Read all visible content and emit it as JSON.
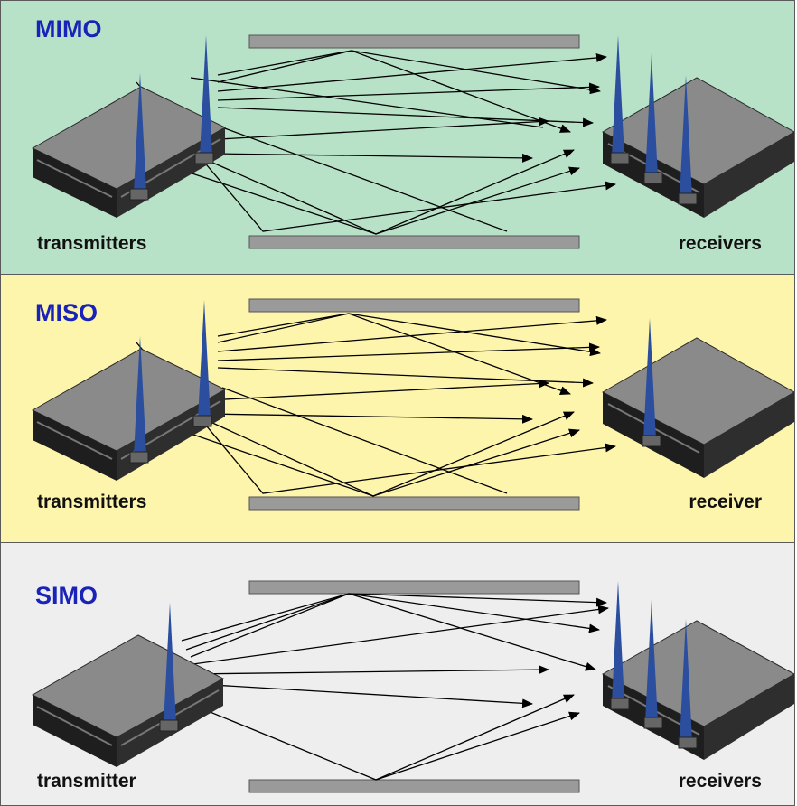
{
  "panels": [
    {
      "id": "mimo",
      "title": "MIMO",
      "left_label": "transmitters",
      "right_label": "receivers",
      "background": "#b8e2c8",
      "tx_antennas": 2,
      "rx_antennas": 3
    },
    {
      "id": "miso",
      "title": "MISO",
      "left_label": "transmitters",
      "right_label": "receiver",
      "background": "#fef5ad",
      "tx_antennas": 2,
      "rx_antennas": 1
    },
    {
      "id": "simo",
      "title": "SIMO",
      "left_label": "transmitter",
      "right_label": "receivers",
      "background": "#eeeeee",
      "tx_antennas": 1,
      "rx_antennas": 3
    }
  ],
  "colors": {
    "title": "#1a23b8",
    "antenna": "#2b4f9e",
    "reflector": "#9a9a9a",
    "device_top": "#8a8a8a",
    "device_front": "#1e1e1e",
    "signal": "#000000"
  },
  "icons": [
    "router-icon",
    "antenna-icon",
    "reflector-bar",
    "signal-path-arrow"
  ]
}
